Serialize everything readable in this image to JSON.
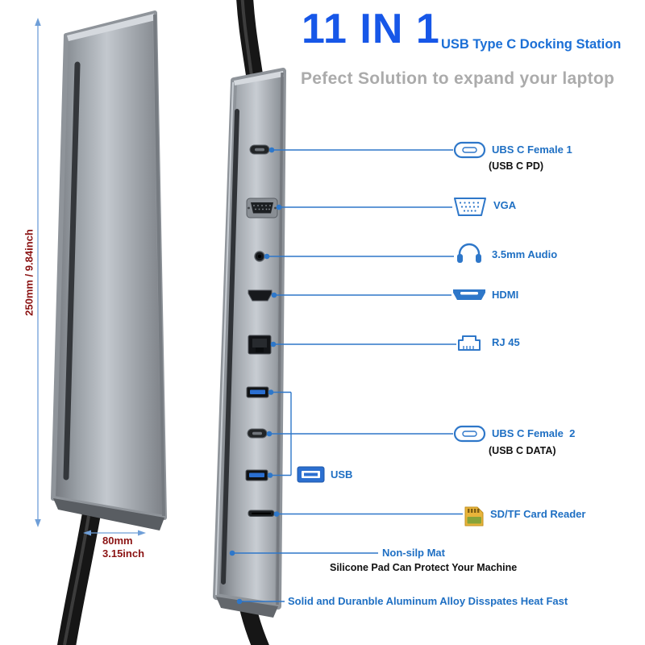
{
  "header": {
    "title": "11 IN 1",
    "subtitle": "USB Type C Docking Station",
    "tagline": "Pefect Solution to expand your laptop"
  },
  "dimensions": {
    "height": "250mm / 9.84inch",
    "width_mm": "80mm",
    "width_inch": "3.15inch"
  },
  "ports": [
    {
      "label": "UBS C Female 1",
      "sublabel": "(USB C PD)",
      "icon": "usb-c-icon"
    },
    {
      "label": "VGA",
      "icon": "vga-icon"
    },
    {
      "label": "3.5mm Audio",
      "icon": "headphones-icon"
    },
    {
      "label": "HDMI",
      "icon": "hdmi-icon"
    },
    {
      "label": "RJ 45",
      "icon": "rj45-icon"
    },
    {
      "label": "UBS C Female  2",
      "sublabel": "(USB C DATA)",
      "icon": "usb-c-icon"
    },
    {
      "label": "USB",
      "icon": "usb-a-icon"
    },
    {
      "label": "SD/TF Card Reader",
      "icon": "sd-card-icon"
    }
  ],
  "notes": [
    {
      "title": "Non-silp Mat",
      "detail": "Silicone Pad Can Protect Your Machine"
    },
    {
      "title": "Solid and Duranble Aluminum Alloy Disspates Heat Fast"
    }
  ],
  "colors": {
    "title_blue": "#1757E8",
    "label_blue": "#1E6FC3",
    "callout_blue": "#2E77C9",
    "dimension_red": "#8B1414",
    "tagline_gray": "#ABABAB",
    "device_gray": "#A7ACB2",
    "usb_tongue_blue": "#2B6FD0",
    "sd_icon_yellow": "#E9B43A"
  }
}
